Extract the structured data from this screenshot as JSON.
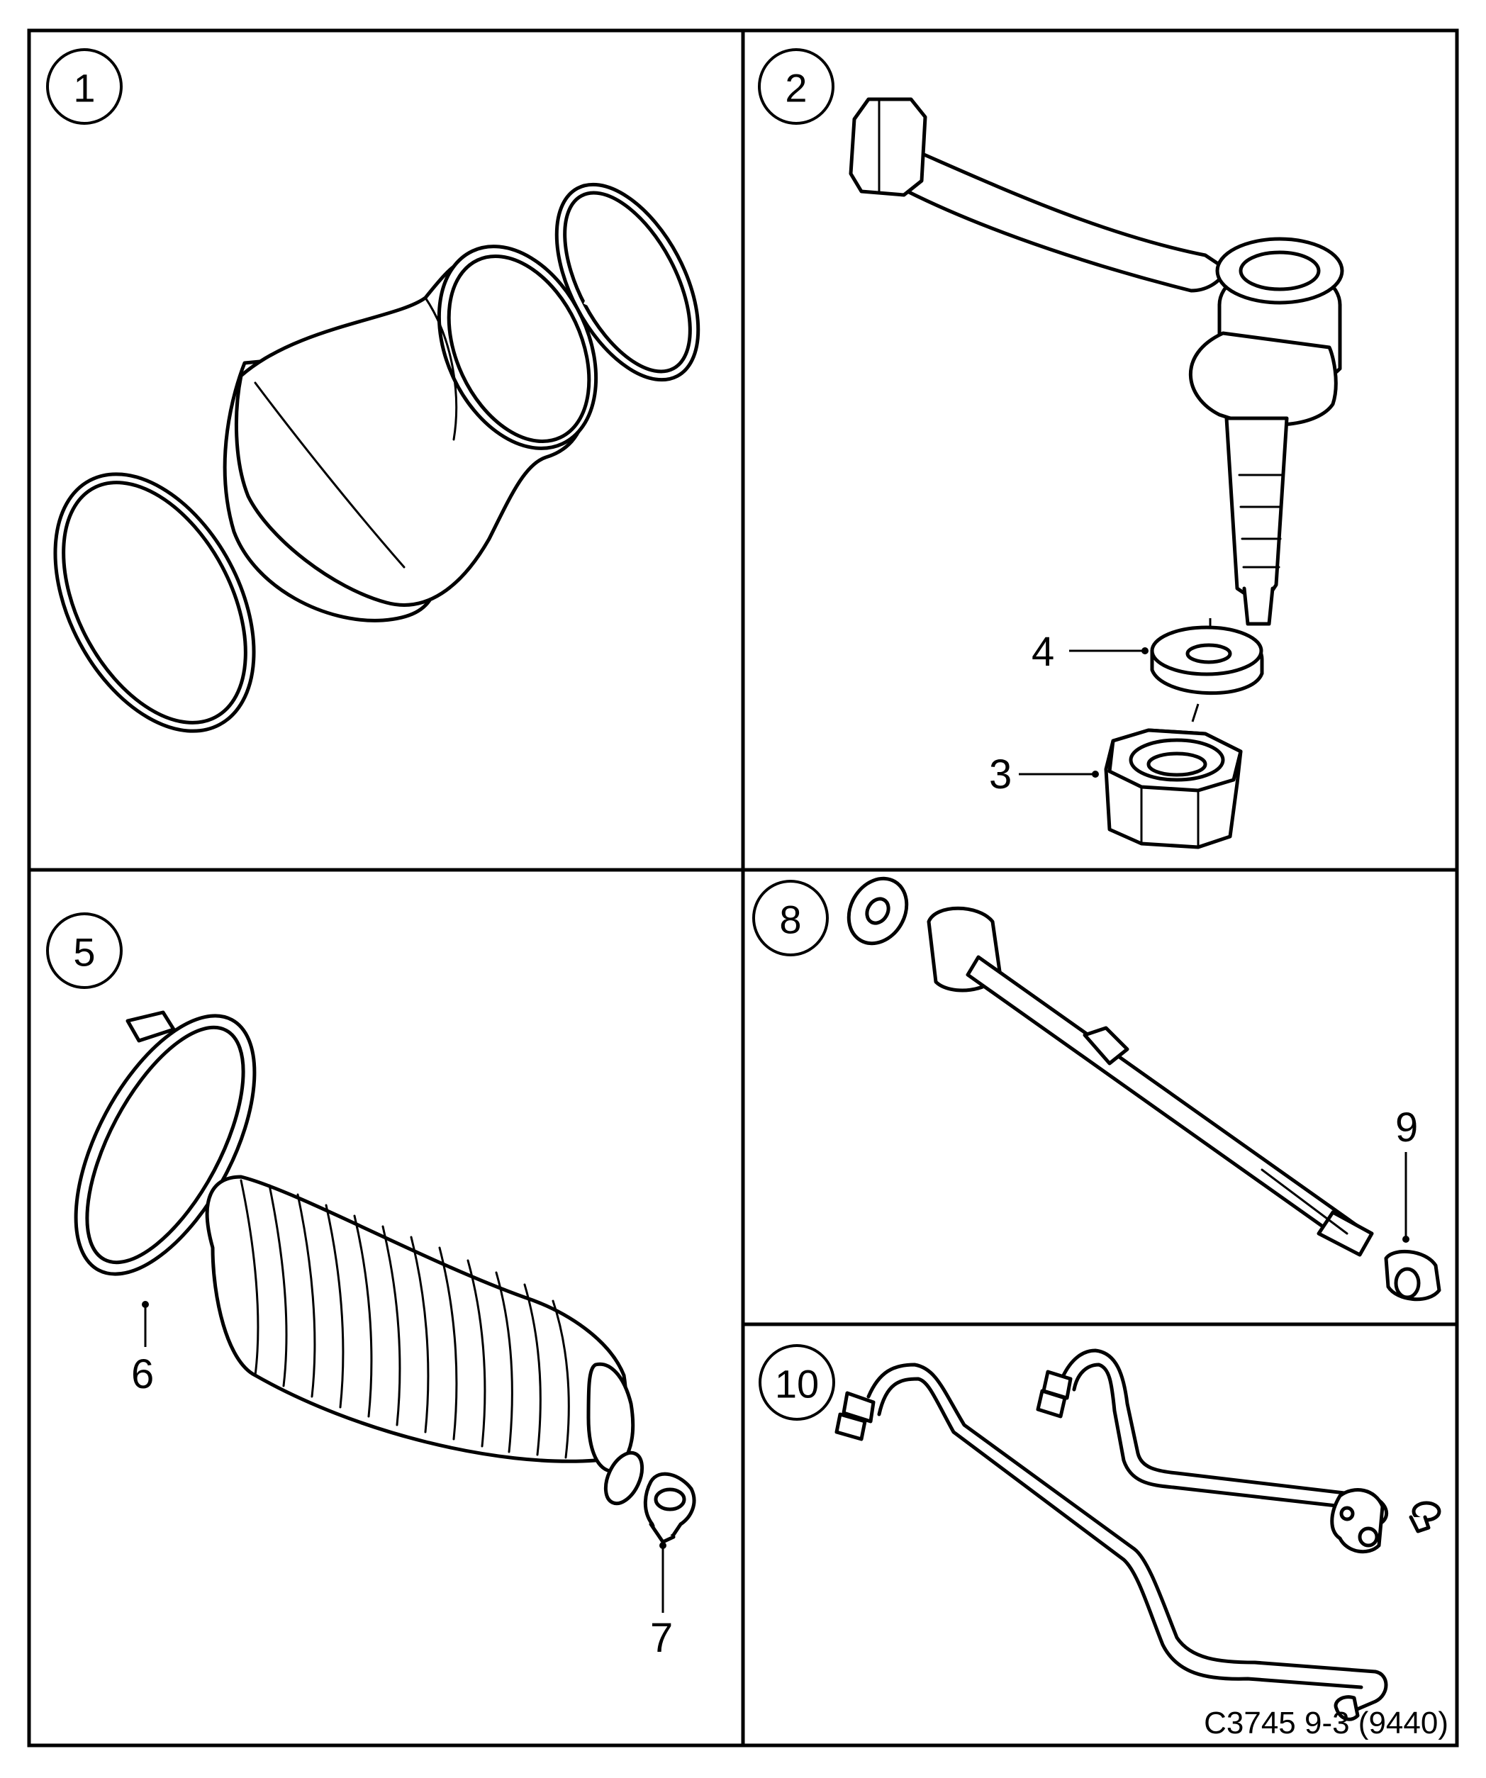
{
  "panels": [
    {
      "number": "1"
    },
    {
      "number": "2"
    },
    {
      "number": "5"
    },
    {
      "number": "8"
    },
    {
      "number": "10"
    }
  ],
  "callouts": {
    "washer": "4",
    "nut": "3",
    "clamp_large": "6",
    "clamp_small": "7",
    "lock_nut": "9"
  },
  "caption": "C3745 9-3 (9440)"
}
